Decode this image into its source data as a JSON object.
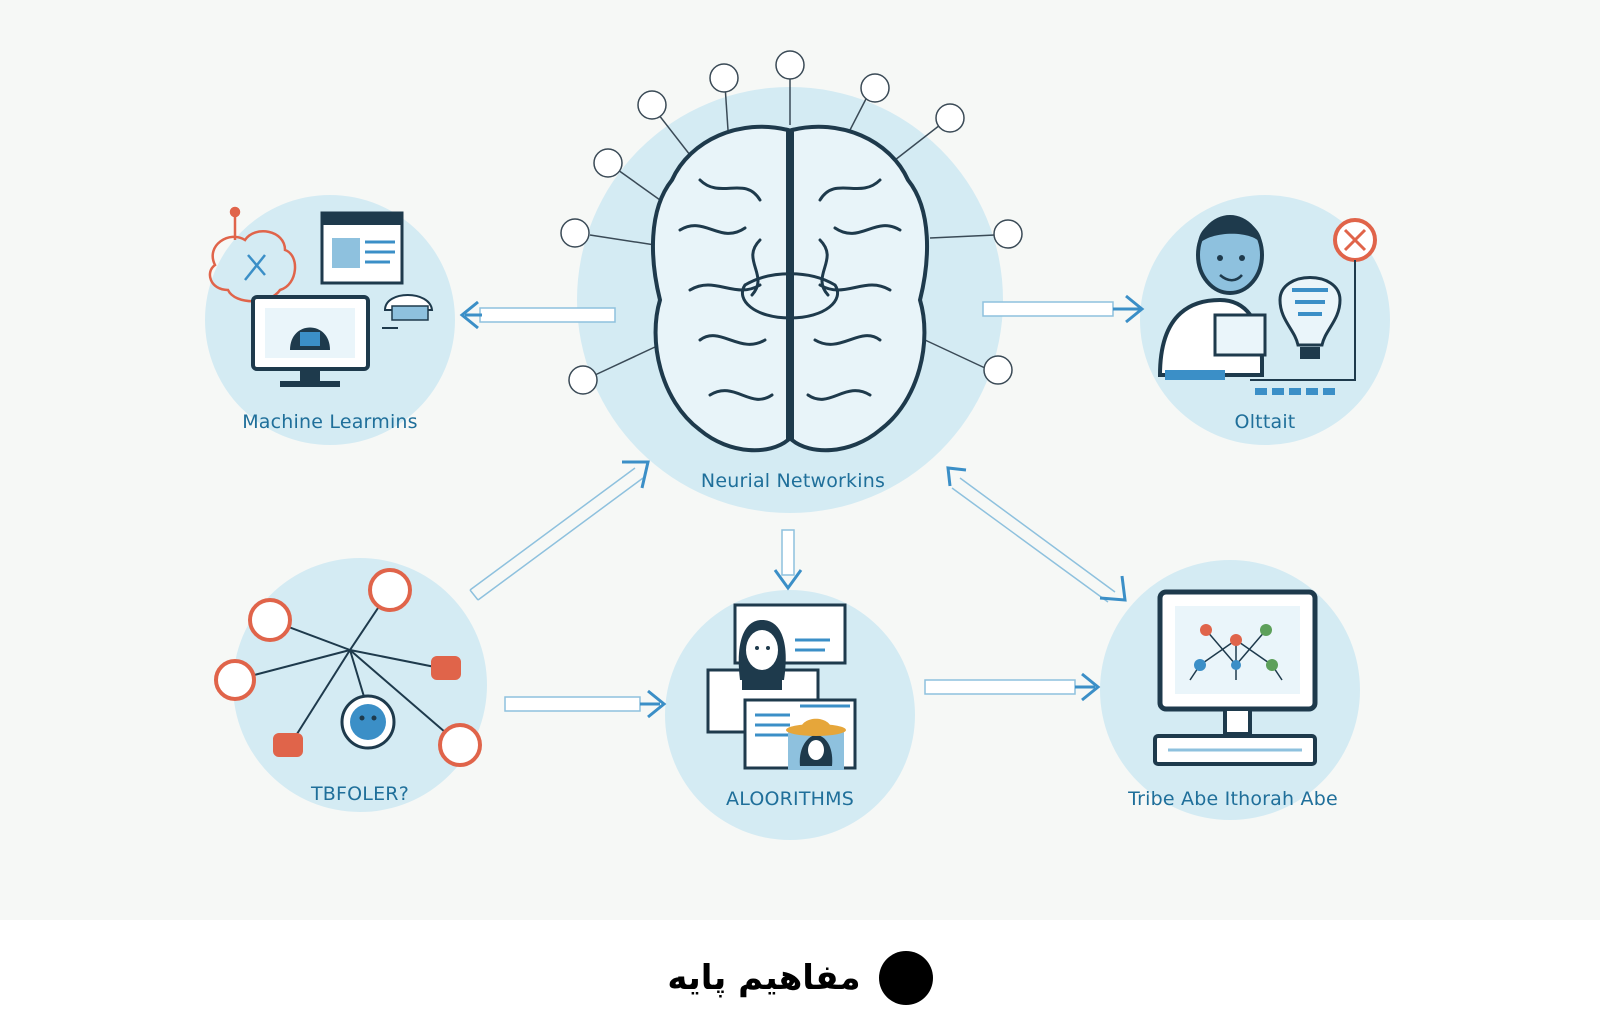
{
  "diagram": {
    "center": {
      "label": "Neurial Networkins"
    },
    "nodes": {
      "machine_learning": "Machine Learmins",
      "oltait": "Olttait",
      "tbfoler": "TBFOLER?",
      "algorithms": "ALOORITHMS",
      "tribe": "Tribe Abe Ithorah Abe"
    },
    "colors": {
      "circle_fill": "#d4ebf3",
      "accent_blue": "#3b8fc7",
      "dark_blue": "#1f6f9a",
      "orange_red": "#e0644a",
      "background": "#f6f8f6"
    }
  },
  "caption": {
    "text": "مفاهیم پایه"
  }
}
